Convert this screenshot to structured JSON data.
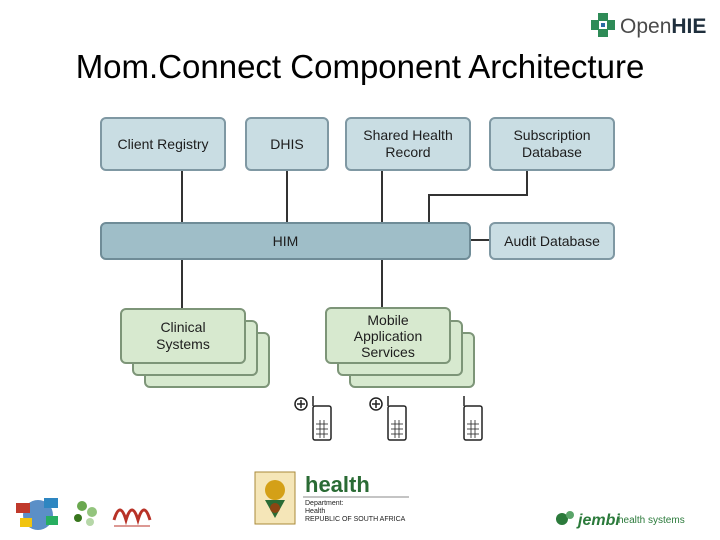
{
  "title": "Mom.Connect Component Architecture",
  "brand": {
    "prefix": "Open",
    "suffix": "HIE"
  },
  "components": {
    "client_registry": "Client Registry",
    "dhis": "DHIS",
    "shared_health_record": "Shared Health\nRecord",
    "subscription_database": "Subscription\nDatabase",
    "him": "HIM",
    "audit_database": "Audit Database",
    "clinical_systems": "Clinical\nSystems",
    "mobile_application_services": "Mobile\nApplication\nServices"
  },
  "footer": {
    "health_logo_word": "health",
    "health_dept_text": "Department:\nHealth\nREPUBLIC OF SOUTH AFRICA",
    "jembi_name": "jembi",
    "jembi_sub": "health systems"
  },
  "colors": {
    "blue_box": "#c9dde3",
    "him_box": "#9fbec8",
    "green_box": "#d7e9cf",
    "connector": "#333333"
  }
}
